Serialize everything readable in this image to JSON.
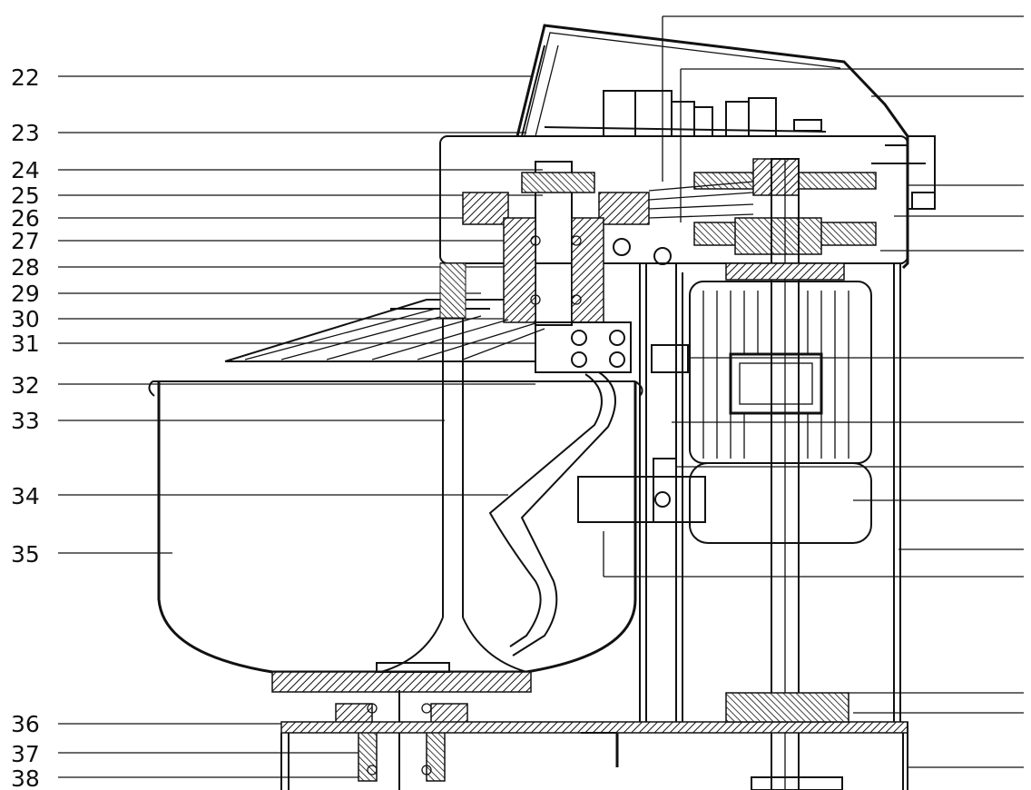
{
  "labels": [
    "22",
    "23",
    "24",
    "25",
    "26",
    "27",
    "28",
    "29",
    "30",
    "31",
    "32",
    "33",
    "34",
    "35",
    "36",
    "37",
    "38"
  ],
  "colors": {
    "ink": "#111111",
    "background": "#ffffff"
  }
}
